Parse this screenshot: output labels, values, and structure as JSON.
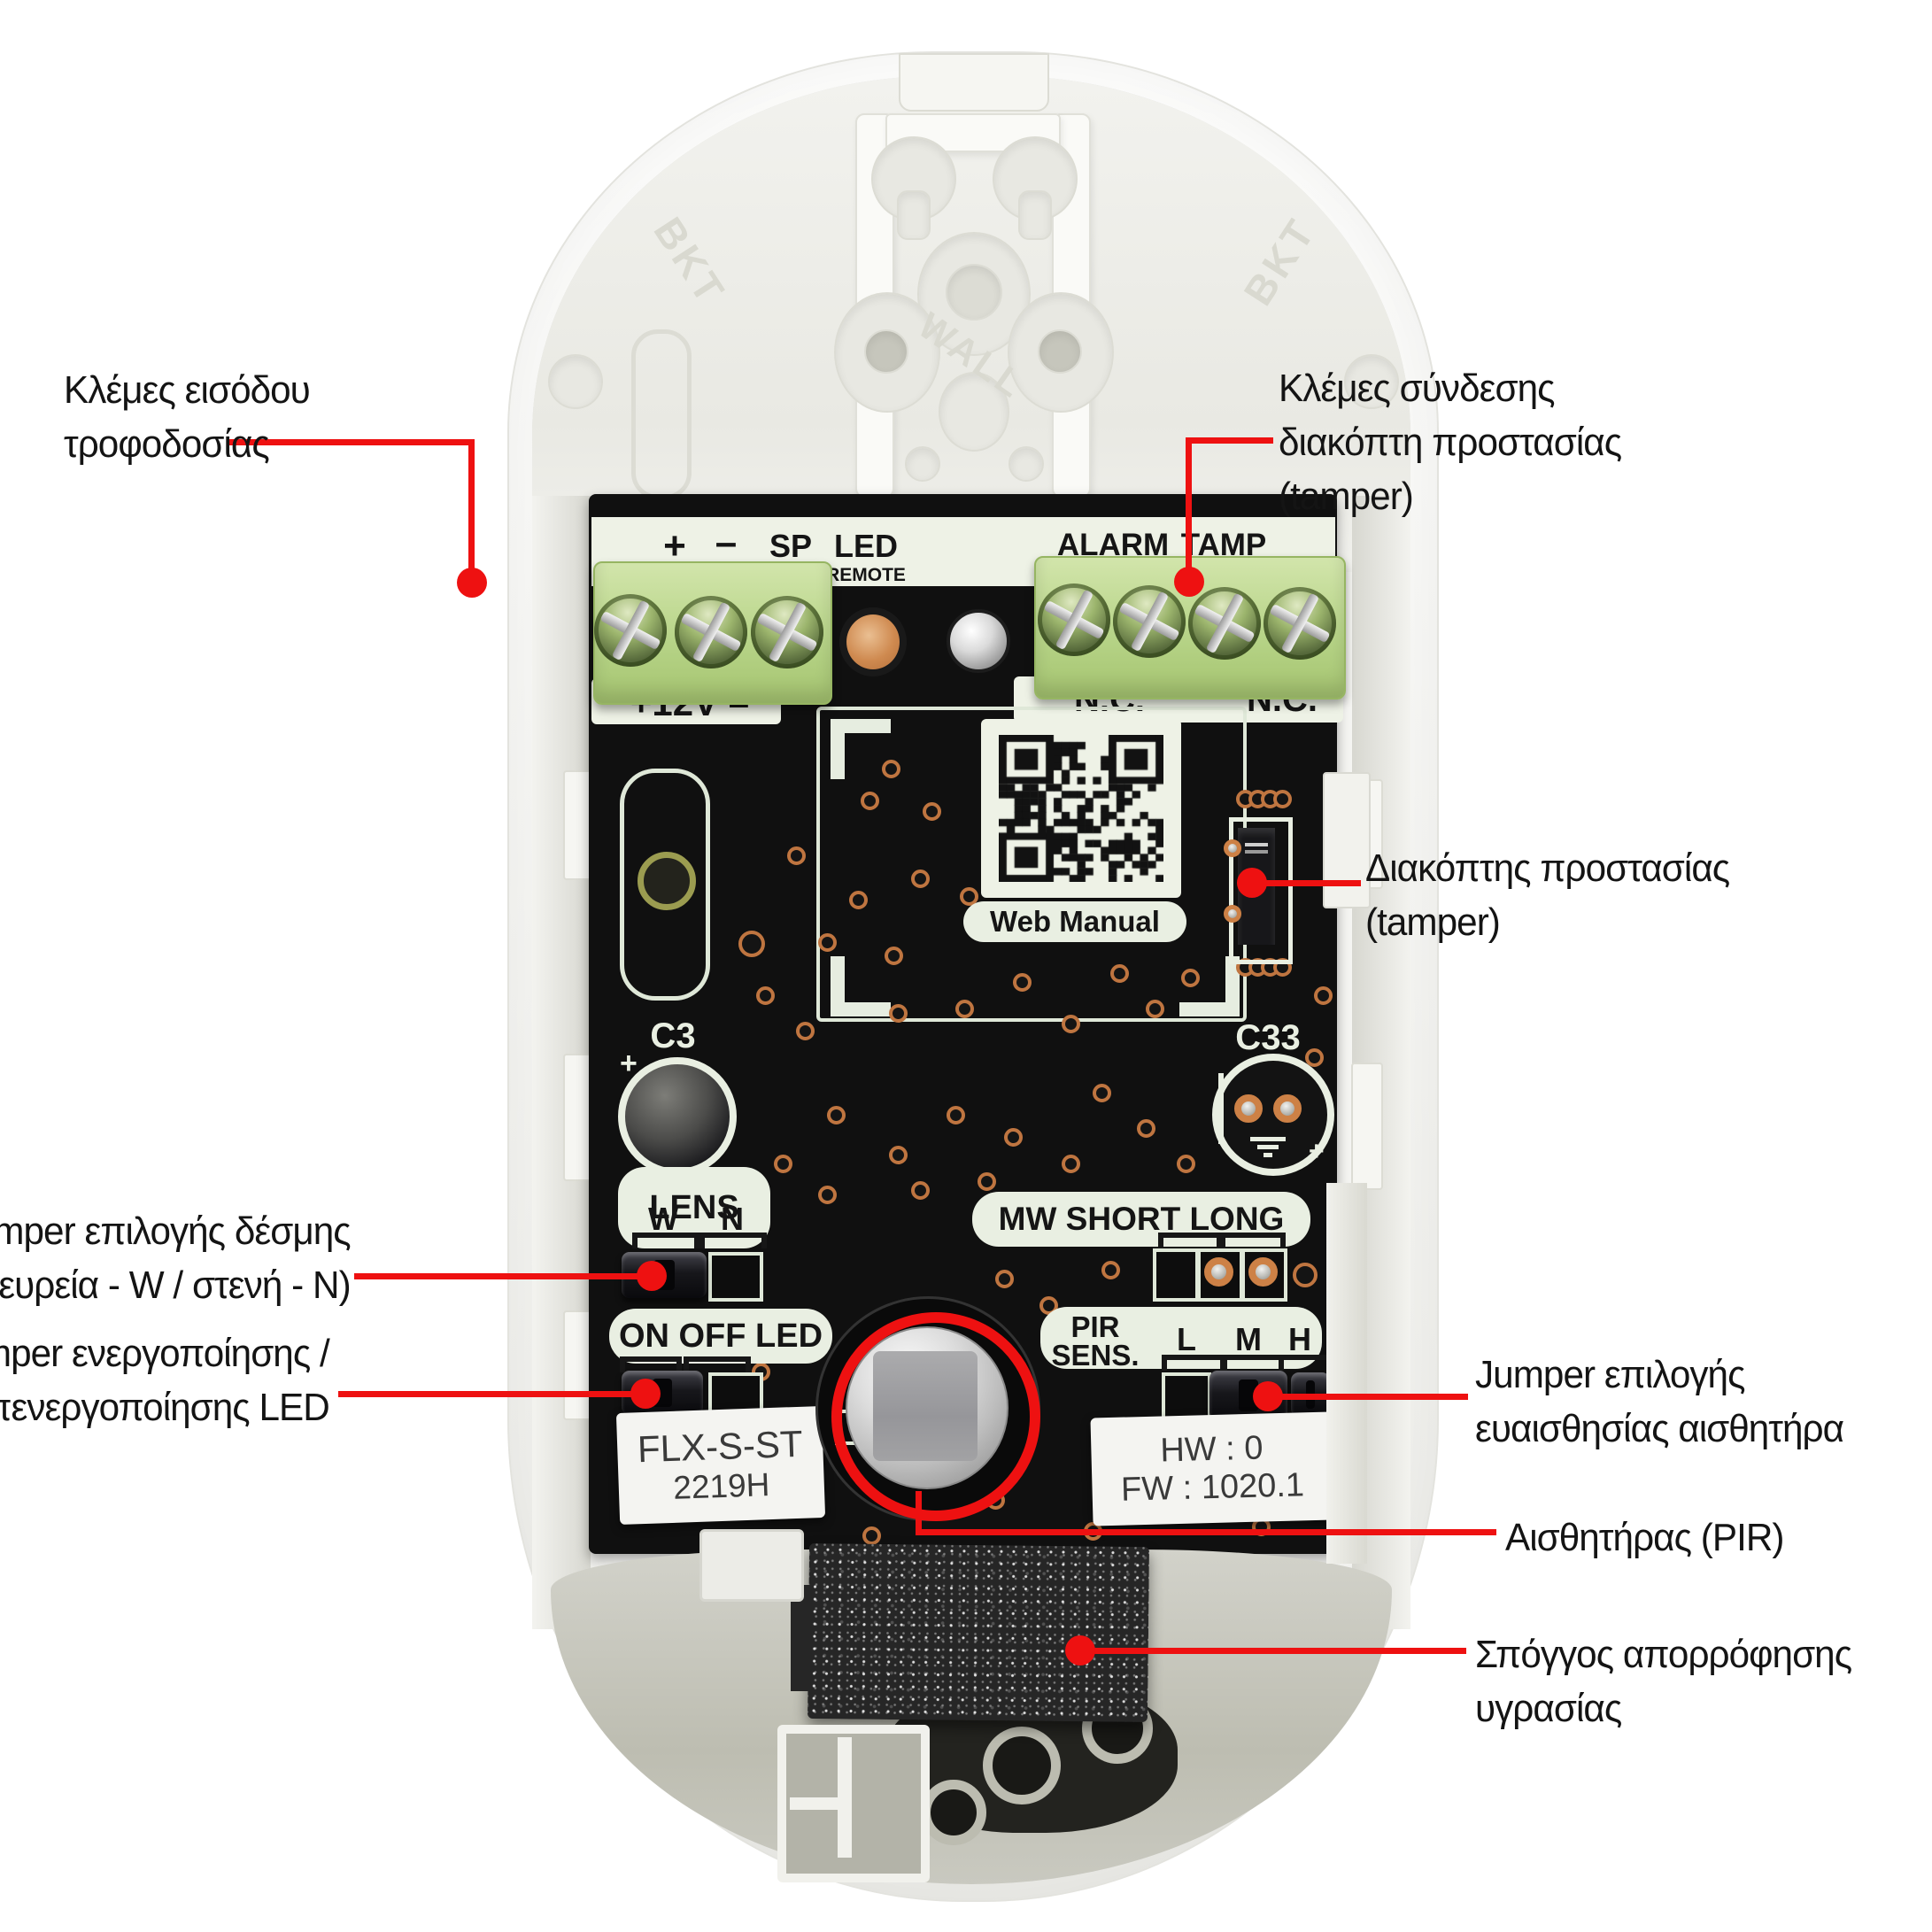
{
  "colors": {
    "annotation_red": "#ee1111",
    "pcb_black": "#101010",
    "terminal_green": "#b9d78b",
    "silkscreen_white": "#e9efe2",
    "copper": "#c67a43",
    "enclosure_white": "#f5f5f2"
  },
  "annotations": {
    "power_terminals": {
      "line1": "Κλέμες εισόδου",
      "line2": "τροφοδοσίας"
    },
    "tamper_terminals": {
      "line1": "Κλέμες σύνδεσης",
      "line2": "διακόπτη προστασίας",
      "line3": "(tamper)"
    },
    "tamper_switch": {
      "line1": "Διακόπτης προστασίας",
      "line2": "(tamper)"
    },
    "beam_jumper": {
      "line1": "Jumper επιλογής δέσμης",
      "line2": "(ευρεία - W / στενή - N)"
    },
    "led_jumper": {
      "line1": "Jumper ενεργοποίησης /",
      "line2": "απενεργοποίησης LED"
    },
    "sens_jumper": {
      "line1": "Jumper επιλογής",
      "line2": "ευαισθησίας αισθητήρα"
    },
    "pir_sensor": {
      "line1": "Αισθητήρας (PIR)"
    },
    "sponge": {
      "line1": "Σπόγγος απορρόφησης",
      "line2": "υγρασίας"
    }
  },
  "molded": {
    "bkt_left": "BKT",
    "bkt_right": "BKT",
    "wall": "WALL"
  },
  "pcb": {
    "terminals": {
      "plus": "+",
      "minus": "–",
      "sp": "SP",
      "led": "LED",
      "remote": "REMOTE",
      "alarm": "ALARM",
      "tamp": "TAMP",
      "v12": "+12V –",
      "nc_left": "N.C.",
      "nc_right": "N.C."
    },
    "silkscreen": {
      "c3": "C3",
      "c3_plus": "+",
      "c33": "C33",
      "c33_plus": "+",
      "web_manual": "Web Manual",
      "lens": "LENS",
      "lens_w": "W",
      "lens_n": "N",
      "mw": "MW SHORT LONG",
      "on_off_led": "ON OFF LED",
      "pir": "PIR",
      "sens": "SENS.",
      "sens_l": "L",
      "sens_m": "M",
      "sens_h": "H"
    },
    "stickers": {
      "model": "FLX-S-ST",
      "code": "2219H",
      "hw": "HW : 0",
      "fw": "FW : 1020.1"
    }
  }
}
